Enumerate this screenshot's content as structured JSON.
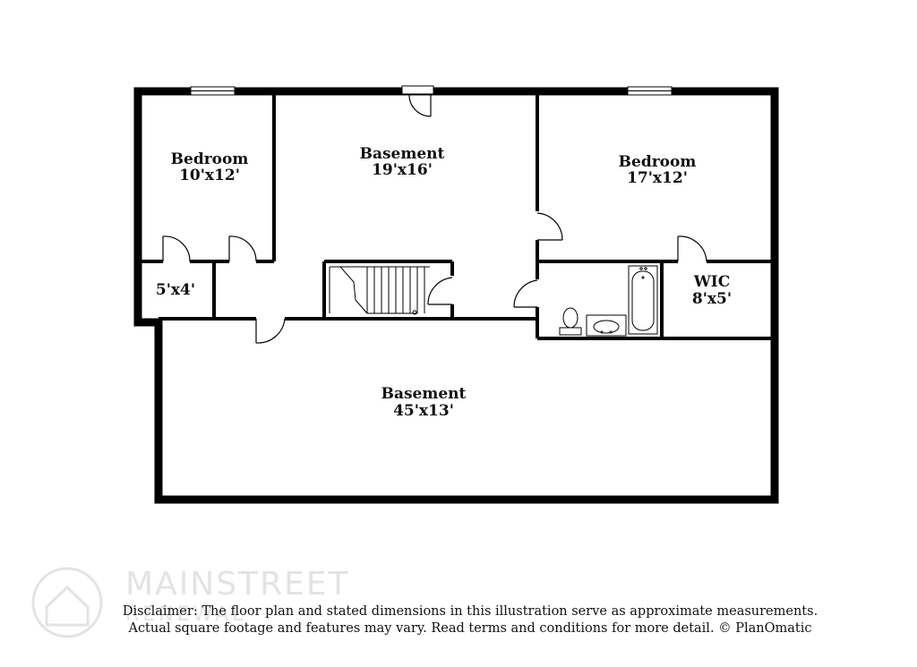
{
  "rooms": [
    {
      "id": "bedroom-left",
      "name": "Bedroom",
      "dim": "10'x12'"
    },
    {
      "id": "basement-upper",
      "name": "Basement",
      "dim": "19'x16'"
    },
    {
      "id": "bedroom-right",
      "name": "Bedroom",
      "dim": "17'x12'"
    },
    {
      "id": "closet-small",
      "name": "",
      "dim": "5'x4'"
    },
    {
      "id": "wic",
      "name": "WIC",
      "dim": "8'x5'"
    },
    {
      "id": "basement-lower",
      "name": "Basement",
      "dim": "45'x13'"
    }
  ],
  "disclaimer": {
    "line1": "Disclaimer: The floor plan and stated dimensions in this illustration serve as approximate measurements.",
    "line2": "Actual square footage and features may vary. Read terms and conditions for more detail. © PlanOmatic"
  },
  "watermark": {
    "brand": "MAINSTREET",
    "sub": "RENEWAL"
  }
}
